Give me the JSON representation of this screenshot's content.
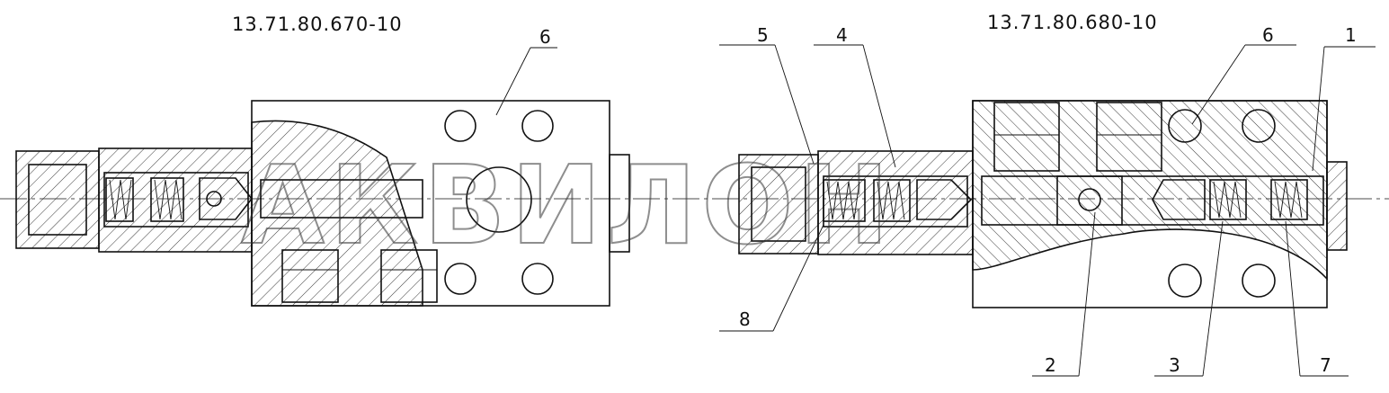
{
  "drawing_left": {
    "code": "13.71.80.670-10",
    "part_labels": [
      "6"
    ]
  },
  "drawing_right": {
    "code": "13.71.80.680-10",
    "part_labels": [
      "5",
      "4",
      "6",
      "1",
      "8",
      "2",
      "3",
      "7"
    ]
  },
  "watermark": {
    "text": "АКВИЛОН"
  }
}
